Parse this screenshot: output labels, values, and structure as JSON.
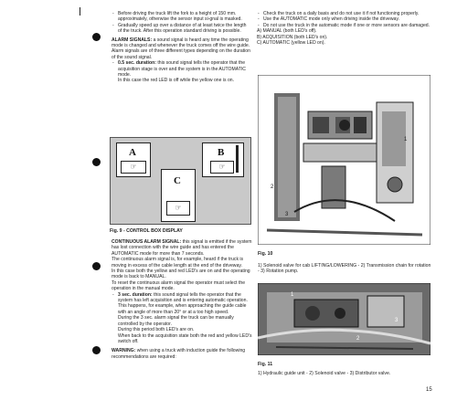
{
  "left_top": {
    "bullets": [
      "Before driving the truck lift the fork to a height of 150 mm. approximately, otherwise the sensor input si-gnal is masked.",
      "Gradually speed up over a distance of at least twice the length of the truck. After this operation standard driving is possible."
    ],
    "alarm_title": "ALARM SIGNALS:",
    "alarm_text": "a sound signal is heard any time the operating mode is changed and whenever the truck comes off the wire guide.",
    "alarm_text2": "Alarm signals are of three different types depending on the duration of the sound signal.",
    "bullet_dur_bold": "0.5 sec. duration:",
    "bullet_dur_text": "this sound signal tells the operator that the acquisition stage is over and the system is in the AUTOMATIC mode.",
    "bullet_dur_text2": "In this case the red LED is off while the yellow one is on."
  },
  "right_top": {
    "bullets": [
      "Check the truck on a daily basis and do not use it if not functioning properly.",
      "Use the AUTOMATIC mode only when driving inside the driveway.",
      "Do not use the truck in the automatic mode if one or more sensors are damaged."
    ],
    "modes": [
      "A) MANUAL (both LED's off).",
      "B) ACQUISITION (both LED's on).",
      "C) AUTOMATIC (yellow LED on)."
    ]
  },
  "control_box": {
    "labels": [
      "A",
      "B",
      "C"
    ],
    "caption": "Fig. 9 - CONTROL BOX DISPLAY"
  },
  "left_bottom": {
    "cont_title": "CONTINUOUS ALARM SIGNAL:",
    "cont_text": "this signal is emitted if the system has lost connection with the wire guide and has entered the AUTOMATIC mode for more than 7 seconds.",
    "cont_text2": "The continuous alarm signal is, for example, heard if the truck is moving in excess of the cable length at the end of the driveway.",
    "cont_text3": "In this case both the yellow and red LED's are on and the operating mode is back to MANUAL.",
    "cont_text4": "To reset the continuous alarm signal the operator must select the operation in the manual mode.",
    "three_bold": "3 sec. duration:",
    "three_text": "this sound signal tells the operator that the system has left acquisition and is entering automatic operation.",
    "three_text2": "This happens, for example, when approaching the guide cable with an angle of more than 20° or at a too high speed.",
    "three_text3": "During the 3 sec. alarm signal the truck can be manually controlled by the operator.",
    "three_text4": "During this period both LED's are on.",
    "three_text5": "When back to the acquisition state both the red and yellow LED's switch off.",
    "warning_title": "WARNING:",
    "warning_text": "when using a truck with induction guide the following recommendations are required:"
  },
  "fig10": {
    "label": "Fig. 10",
    "caption": "1) Solenoid valve for cab LIFTING/LOWERING - 2) Transmission chain for rotation - 3) Rotation pump.",
    "callouts": [
      "1",
      "2",
      "3"
    ]
  },
  "fig11": {
    "label": "Fig. 11",
    "caption": "1) Hydraulic guide unit - 2) Solenoid valve - 3) Distributor valve.",
    "callouts": [
      "1",
      "2",
      "3"
    ]
  },
  "page_number": "15"
}
